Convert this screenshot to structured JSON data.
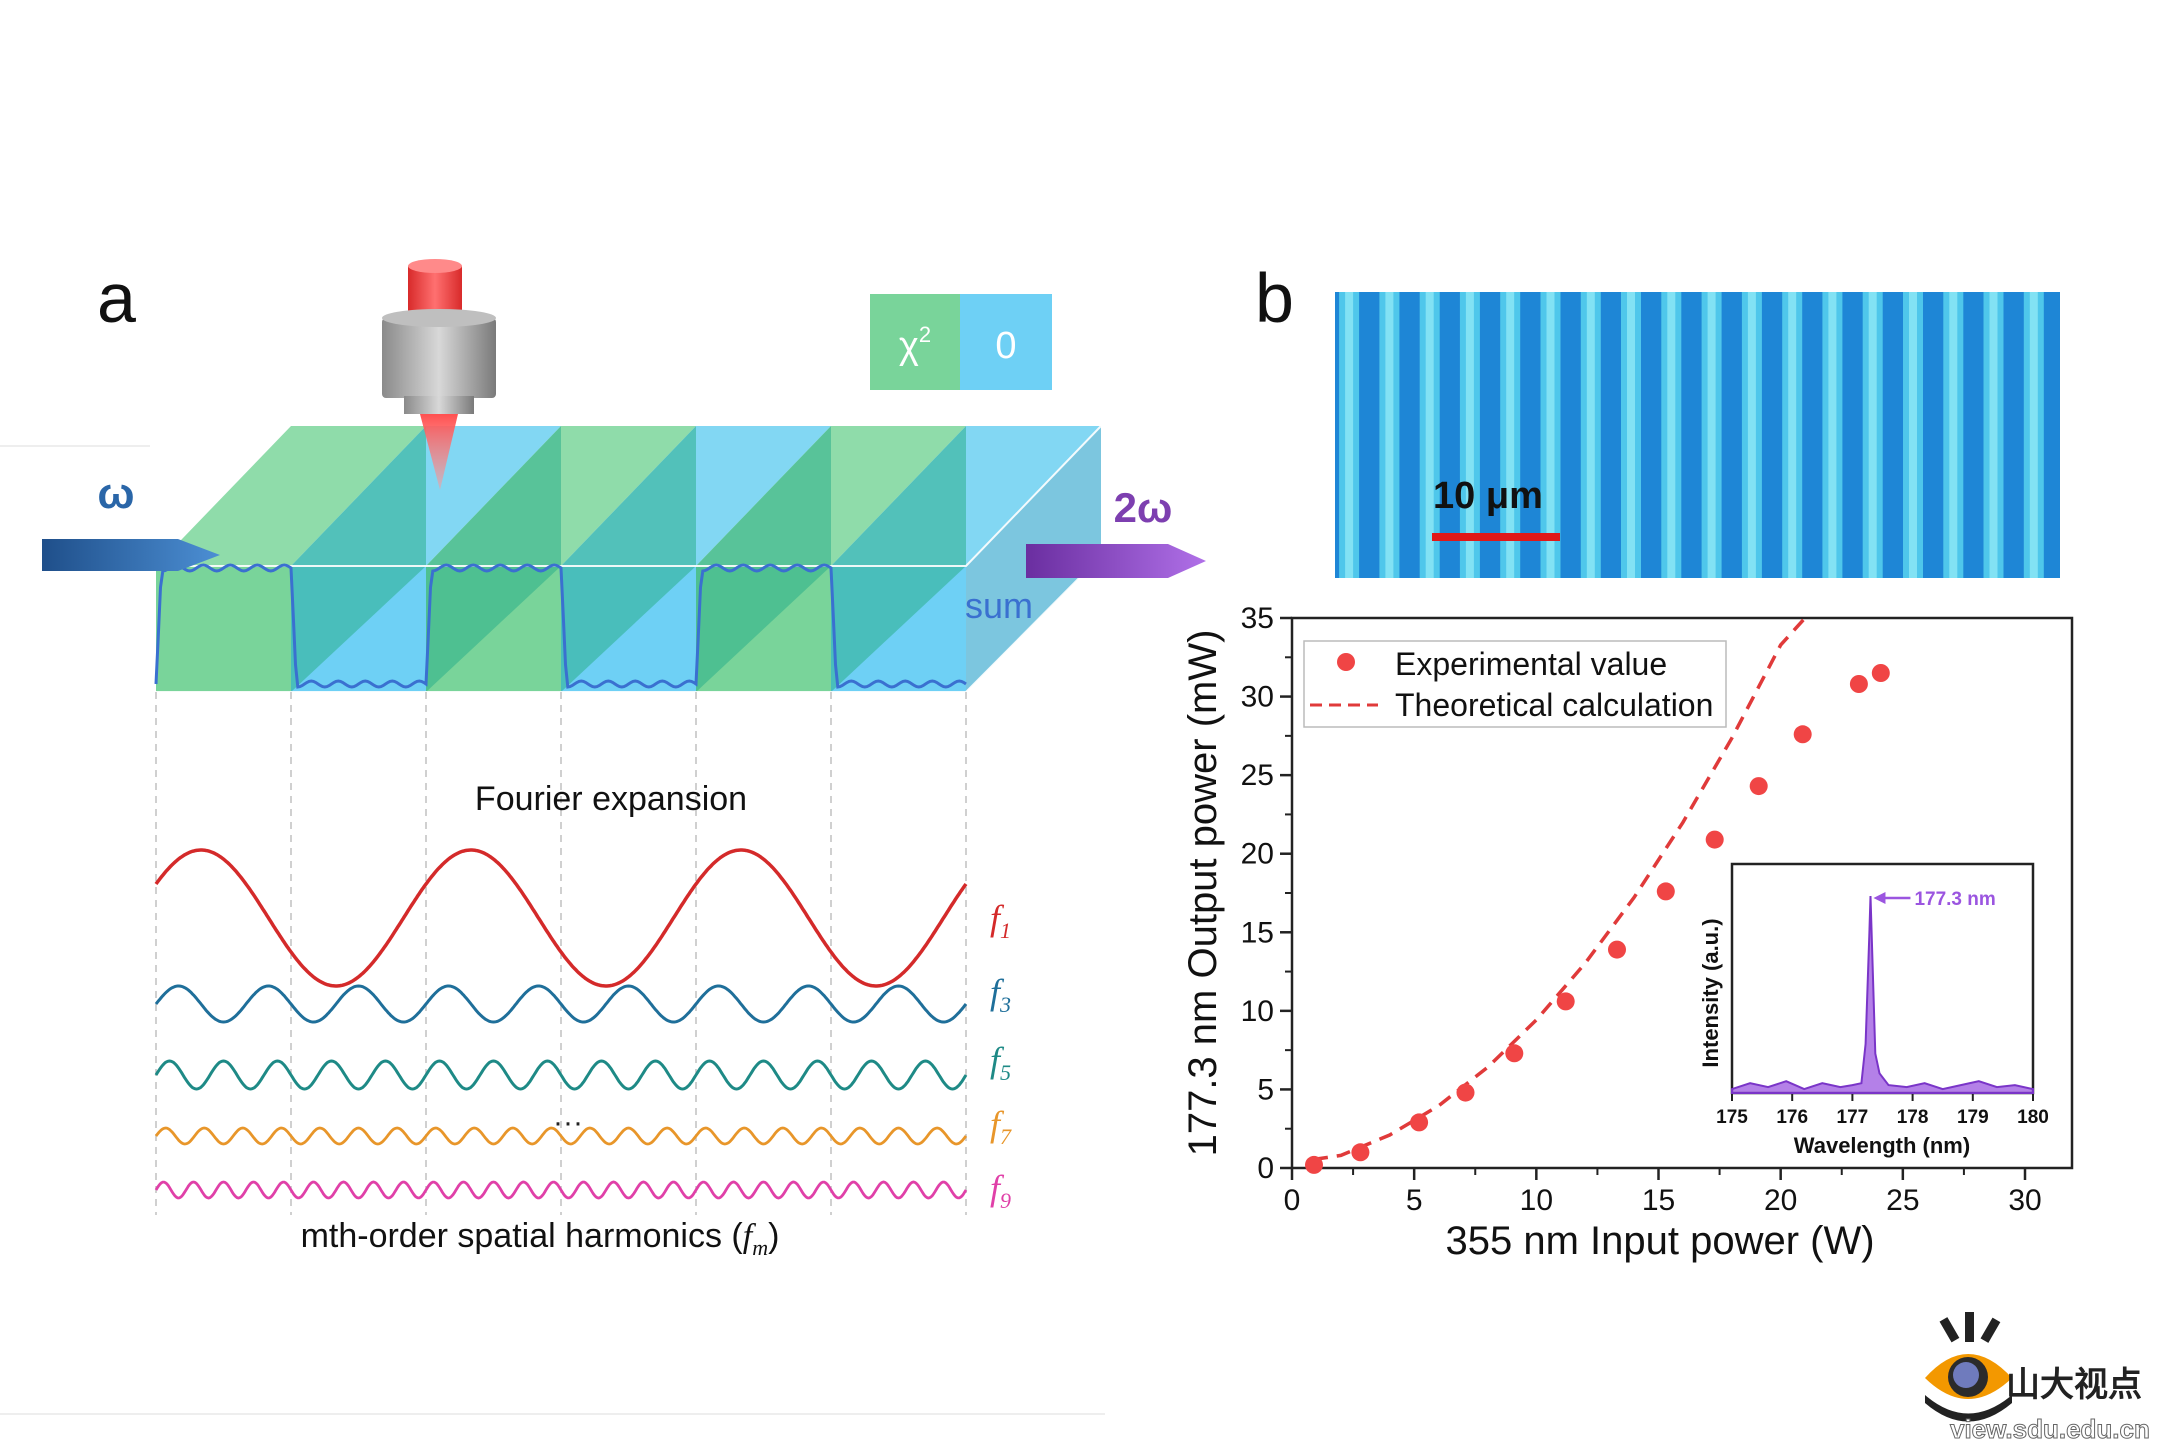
{
  "panel_a": {
    "label": "a",
    "legend": {
      "chi2": "χ",
      "chi2_sup": "2",
      "zero": "0",
      "chi2_color": "#79d49a",
      "zero_color": "#6ed0f5"
    },
    "input_beam": "ω",
    "output_beam": "2ω",
    "sum_label": "sum",
    "fourier_label": "Fourier expansion",
    "ellipsis": "···",
    "harmonics_caption": "mth-order spatial harmonics (",
    "harmonics_caption_f": "f",
    "harmonics_caption_m": "m",
    "harmonics_caption_end": ")",
    "harmonics": [
      {
        "f": "f",
        "sub": "1",
        "color": "#d42a2a"
      },
      {
        "f": "f",
        "sub": "3",
        "color": "#1f6f9a"
      },
      {
        "f": "f",
        "sub": "5",
        "color": "#1e8a86"
      },
      {
        "f": "f",
        "sub": "7",
        "color": "#e8962a"
      },
      {
        "f": "f",
        "sub": "9",
        "color": "#e040a8"
      }
    ],
    "colors": {
      "green": "#79d49a",
      "blue": "#6ed0f5",
      "omega": "#2a66a8",
      "two_omega": "#7d3fb0",
      "laser": "#f04040"
    }
  },
  "panel_b": {
    "label": "b",
    "micrograph": {
      "scale_bar": "10 μm",
      "stripe_count": 18
    }
  },
  "chart_data": [
    {
      "type": "scatter",
      "xlabel": "355 nm Input power (W)",
      "ylabel": "177.3 nm Output power (mW)",
      "xlim": [
        0,
        30
      ],
      "ylim": [
        0,
        35
      ],
      "xticks": [
        "0",
        "5",
        "10",
        "15",
        "20",
        "25",
        "30"
      ],
      "yticks": [
        "0",
        "5",
        "10",
        "15",
        "20",
        "25",
        "30",
        "35"
      ],
      "legend_position": "top-left",
      "series": [
        {
          "name": "Experimental value",
          "style": "markers",
          "color": "#f04545",
          "x": [
            0.9,
            2.8,
            5.2,
            7.1,
            9.1,
            11.2,
            13.3,
            15.3,
            17.3,
            19.1,
            20.9,
            23.2,
            24.1
          ],
          "y": [
            0.2,
            1.0,
            2.9,
            4.8,
            7.3,
            10.6,
            13.9,
            17.6,
            20.9,
            24.3,
            27.6,
            30.8,
            31.5
          ]
        },
        {
          "name": "Theoretical calculation",
          "style": "dashed",
          "color": "#e03a3a",
          "x": [
            0.9,
            2,
            4,
            6,
            8,
            10,
            12,
            14,
            16,
            18,
            20,
            21,
            21.1
          ],
          "y": [
            0.55,
            0.8,
            2.1,
            3.96,
            6.4,
            9.42,
            13.03,
            17.22,
            21.99,
            27.35,
            33.29,
            36.5,
            36.8
          ]
        }
      ]
    },
    {
      "type": "line",
      "xlabel": "Wavelength (nm)",
      "ylabel": "Intensity (a.u.)",
      "xlim": [
        175,
        180
      ],
      "xticks": [
        "175",
        "176",
        "177",
        "178",
        "179",
        "180"
      ],
      "annotation": "177.3 nm",
      "color": "#9b55e0",
      "series": [
        {
          "x": [
            175.0,
            175.3,
            175.6,
            175.9,
            176.2,
            176.5,
            176.8,
            177.0,
            177.15,
            177.22,
            177.28,
            177.3,
            177.33,
            177.38,
            177.45,
            177.6,
            177.9,
            178.2,
            178.5,
            178.8,
            179.1,
            179.4,
            179.7,
            180.0
          ],
          "y": [
            0.02,
            0.05,
            0.03,
            0.06,
            0.02,
            0.05,
            0.03,
            0.04,
            0.05,
            0.25,
            0.8,
            1.0,
            0.7,
            0.2,
            0.1,
            0.04,
            0.03,
            0.05,
            0.02,
            0.04,
            0.06,
            0.03,
            0.04,
            0.02
          ]
        }
      ]
    }
  ],
  "watermark": {
    "cn": "山大视点",
    "url": "view.sdu.edu.cn"
  }
}
